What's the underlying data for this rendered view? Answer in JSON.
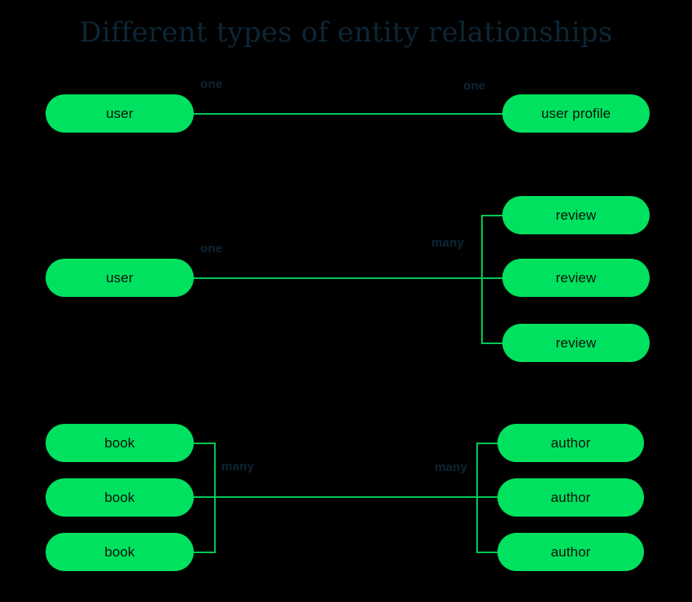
{
  "page": {
    "title": "Different types of entity relationships",
    "background_color": "#000000",
    "title_color": "#0d2636",
    "pill_color": "#00e25f",
    "line_color": "#00c853",
    "pill_text_color": "#07100a",
    "label_color": "#0d2636"
  },
  "relationships": [
    {
      "id": "one-to-one",
      "left_cardinality": "one",
      "right_cardinality": "one",
      "left_entities": [
        "user"
      ],
      "right_entities": [
        "user profile"
      ]
    },
    {
      "id": "one-to-many",
      "left_cardinality": "one",
      "right_cardinality": "many",
      "left_entities": [
        "user"
      ],
      "right_entities": [
        "review",
        "review",
        "review"
      ]
    },
    {
      "id": "many-to-many",
      "left_cardinality": "many",
      "right_cardinality": "many",
      "left_entities": [
        "book",
        "book",
        "book"
      ],
      "right_entities": [
        "author",
        "author",
        "author"
      ]
    }
  ]
}
